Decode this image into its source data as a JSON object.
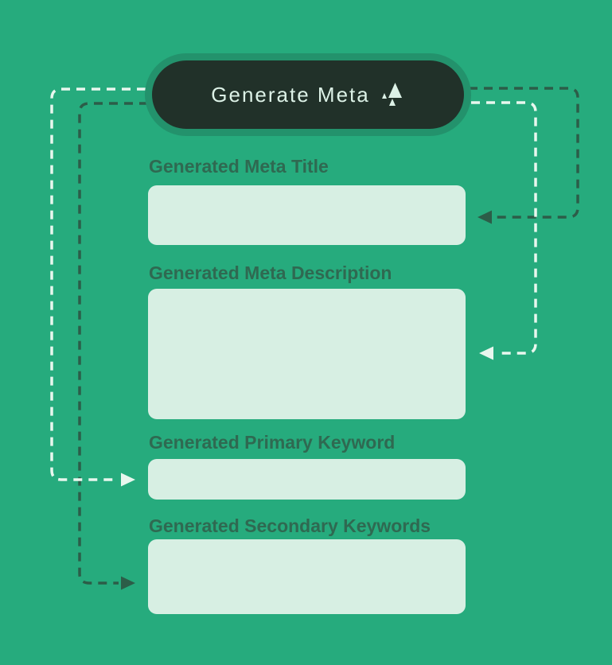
{
  "button": {
    "label": "Generate Meta",
    "icon": "sparkles"
  },
  "fields": [
    {
      "id": "generated-meta-title",
      "label": "Generated Meta Title",
      "value": ""
    },
    {
      "id": "generated-meta-description",
      "label": "Generated Meta Description",
      "value": ""
    },
    {
      "id": "generated-primary-keyword",
      "label": "Generated Primary Keyword",
      "value": ""
    },
    {
      "id": "generated-secondary-keywords",
      "label": "Generated Secondary Keywords",
      "value": ""
    }
  ],
  "connectors": [
    {
      "from": "generate-meta-button",
      "to": "generated-meta-title",
      "side": "right",
      "style": "dark"
    },
    {
      "from": "generate-meta-button",
      "to": "generated-meta-description",
      "side": "right",
      "style": "light"
    },
    {
      "from": "generate-meta-button",
      "to": "generated-primary-keyword",
      "side": "left",
      "style": "light"
    },
    {
      "from": "generate-meta-button",
      "to": "generated-secondary-keywords",
      "side": "left",
      "style": "dark"
    }
  ],
  "colors": {
    "background": "#26AB7D",
    "button-fill": "#213129",
    "button-ring": "#23926C",
    "button-text": "#DCF1E6",
    "field-fill": "#D7EFE3",
    "label-text": "#2F6951",
    "dash-dark": "#2C5D48",
    "dash-light": "#E8F7EE"
  }
}
